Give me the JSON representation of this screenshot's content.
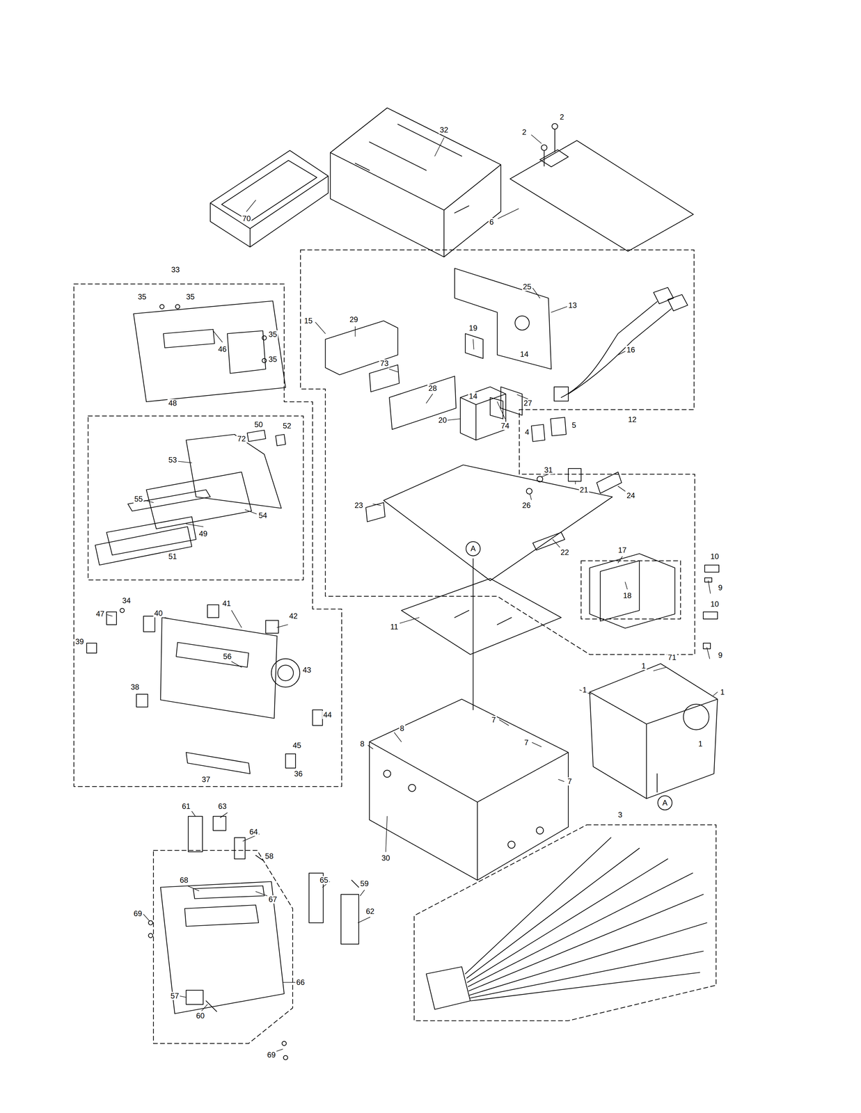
{
  "diagram": {
    "labels": [
      "2",
      "2",
      "32",
      "70",
      "6",
      "33",
      "35",
      "35",
      "46",
      "35",
      "35",
      "48",
      "50",
      "52",
      "72",
      "53",
      "55",
      "54",
      "49",
      "51",
      "47",
      "34",
      "40",
      "41",
      "42",
      "39",
      "56",
      "43",
      "38",
      "44",
      "45",
      "37",
      "36",
      "15",
      "29",
      "73",
      "28",
      "25",
      "13",
      "19",
      "14",
      "16",
      "14",
      "74",
      "27",
      "12",
      "4",
      "5",
      "20",
      "31",
      "26",
      "21",
      "24",
      "23",
      "A",
      "22",
      "17",
      "10",
      "9",
      "18",
      "10",
      "9",
      "11",
      "1",
      "71",
      "1",
      "1",
      "8",
      "7",
      "8",
      "7",
      "1",
      "7",
      "A",
      "3",
      "30",
      "61",
      "63",
      "64",
      "58",
      "68",
      "65",
      "59",
      "67",
      "62",
      "69",
      "66",
      "57",
      "60",
      "69"
    ]
  }
}
